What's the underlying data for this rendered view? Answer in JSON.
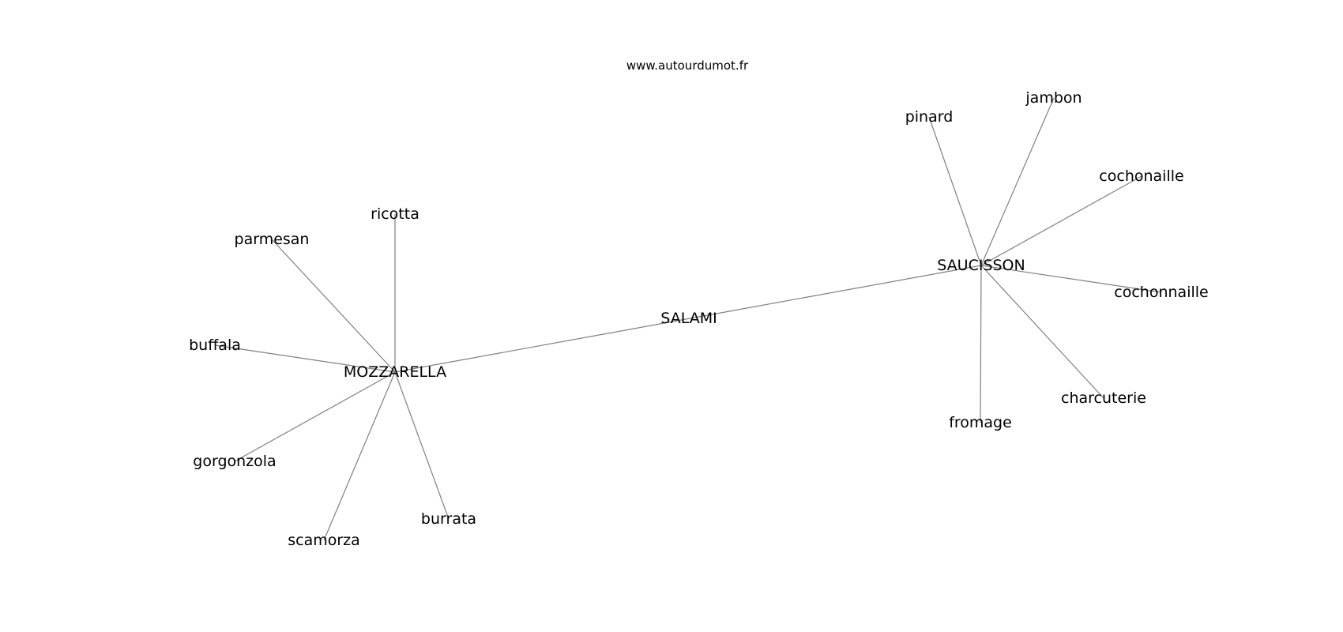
{
  "header": {
    "site": "www.autourdumot.fr"
  },
  "colors": {
    "edge": "#808080",
    "text": "#000000",
    "background": "#ffffff"
  },
  "nodes": [
    {
      "id": "salami",
      "label": "SALAMI"
    },
    {
      "id": "mozzarella",
      "label": "MOZZARELLA"
    },
    {
      "id": "saucisson",
      "label": "SAUCISSON"
    },
    {
      "id": "ricotta",
      "label": "ricotta"
    },
    {
      "id": "parmesan",
      "label": "parmesan"
    },
    {
      "id": "buffala",
      "label": "buffala"
    },
    {
      "id": "gorgonzola",
      "label": "gorgonzola"
    },
    {
      "id": "scamorza",
      "label": "scamorza"
    },
    {
      "id": "burrata",
      "label": "burrata"
    },
    {
      "id": "pinard",
      "label": "pinard"
    },
    {
      "id": "jambon",
      "label": "jambon"
    },
    {
      "id": "cochonaille",
      "label": "cochonaille"
    },
    {
      "id": "cochonnaille",
      "label": "cochonnaille"
    },
    {
      "id": "charcuterie",
      "label": "charcuterie"
    },
    {
      "id": "fromage",
      "label": "fromage"
    }
  ],
  "edges": [
    [
      "mozzarella",
      "saucisson"
    ],
    [
      "mozzarella",
      "ricotta"
    ],
    [
      "mozzarella",
      "parmesan"
    ],
    [
      "mozzarella",
      "buffala"
    ],
    [
      "mozzarella",
      "gorgonzola"
    ],
    [
      "mozzarella",
      "scamorza"
    ],
    [
      "mozzarella",
      "burrata"
    ],
    [
      "saucisson",
      "pinard"
    ],
    [
      "saucisson",
      "jambon"
    ],
    [
      "saucisson",
      "cochonaille"
    ],
    [
      "saucisson",
      "cochonnaille"
    ],
    [
      "saucisson",
      "charcuterie"
    ],
    [
      "saucisson",
      "fromage"
    ]
  ]
}
